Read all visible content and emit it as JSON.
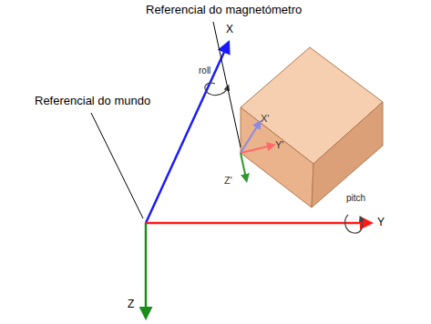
{
  "diagram": {
    "labels": [
      "Referencial do magnetómetro",
      "Referencial do mundo",
      "X",
      "Y",
      "Z",
      "X'",
      "Y'",
      "Z'",
      "roll",
      "pitch"
    ]
  }
}
